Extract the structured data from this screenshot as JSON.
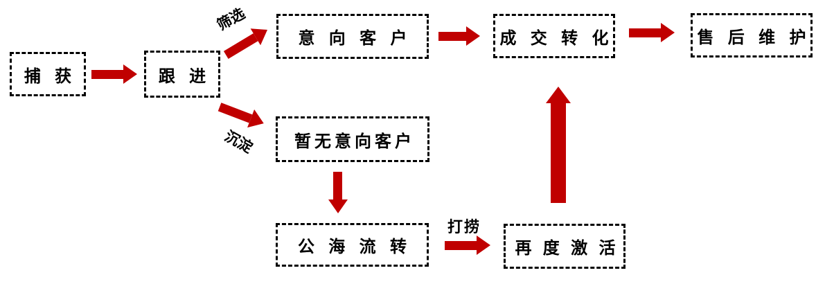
{
  "colors": {
    "arrow": "#c00000",
    "node_border": "#000000",
    "node_text": "#000000",
    "background": "#ffffff"
  },
  "nodes": {
    "capture": "捕 获",
    "follow": "跟 进",
    "intent": "意 向 客 户",
    "deal": "成 交 转 化",
    "aftersale": "售 后 维 护",
    "no_intent": "暂无意向客户",
    "pool": "公 海 流 转",
    "reactivate": "再 度 激 活"
  },
  "edge_labels": {
    "filter": "筛选",
    "settle": "沉淀",
    "salvage": "打捞"
  },
  "edges": [
    {
      "from": "捕获",
      "to": "跟进",
      "label": ""
    },
    {
      "from": "跟进",
      "to": "意向客户",
      "label": "筛选"
    },
    {
      "from": "跟进",
      "to": "暂无意向客户",
      "label": "沉淀"
    },
    {
      "from": "意向客户",
      "to": "成交转化",
      "label": ""
    },
    {
      "from": "成交转化",
      "to": "售后维护",
      "label": ""
    },
    {
      "from": "暂无意向客户",
      "to": "公海流转",
      "label": ""
    },
    {
      "from": "公海流转",
      "to": "再度激活",
      "label": "打捞"
    },
    {
      "from": "再度激活",
      "to": "成交转化",
      "label": ""
    }
  ]
}
